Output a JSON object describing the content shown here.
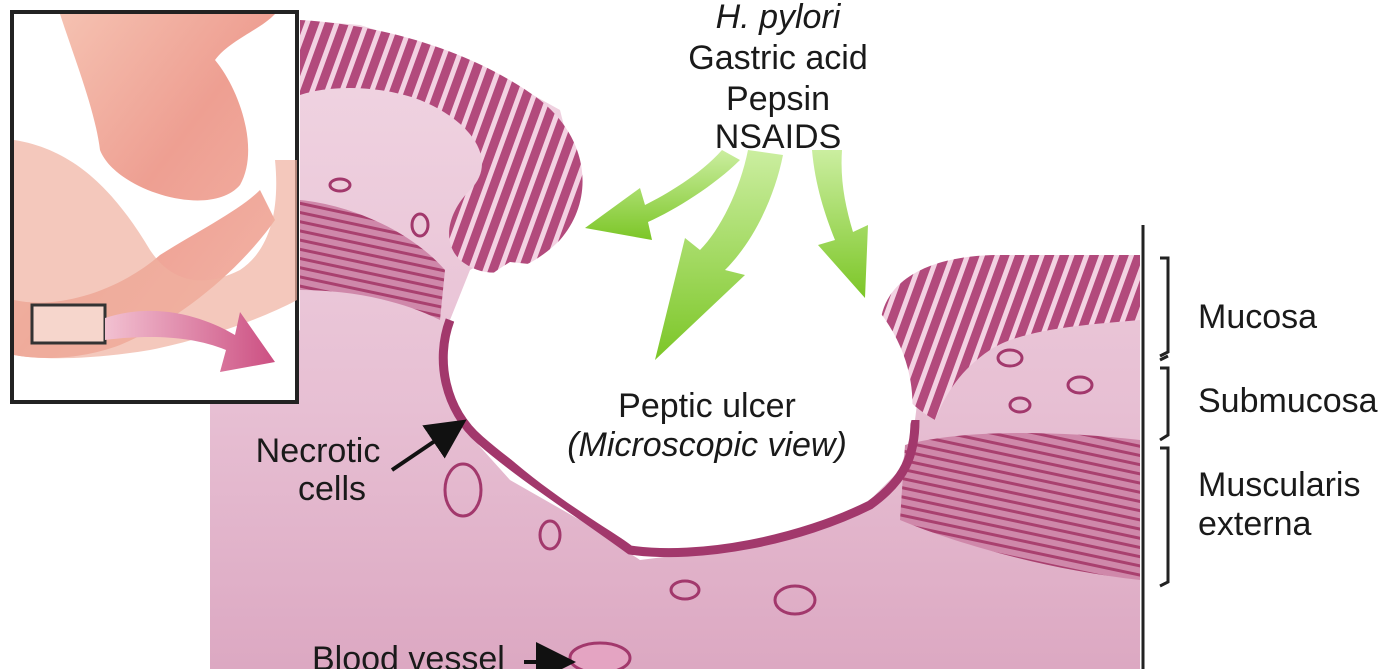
{
  "causes": [
    "H. pylori",
    "Gastric acid",
    "Pepsin",
    "NSAIDS"
  ],
  "ulcer": {
    "title": "Peptic ulcer",
    "subtitle": "(Microscopic view)"
  },
  "necrotic": {
    "line1": "Necrotic",
    "line2": "cells"
  },
  "blood_vessel": "Blood vessel",
  "layers": {
    "mucosa": "Mucosa",
    "submucosa": "Submucosa",
    "muscularis_line1": "Muscularis",
    "muscularis_line2": "externa"
  },
  "colors": {
    "tissue": "#e6b9cf",
    "mucosa": "#b0497a",
    "arrow_green": "#8bd12f",
    "label": "#1a1a1a"
  }
}
